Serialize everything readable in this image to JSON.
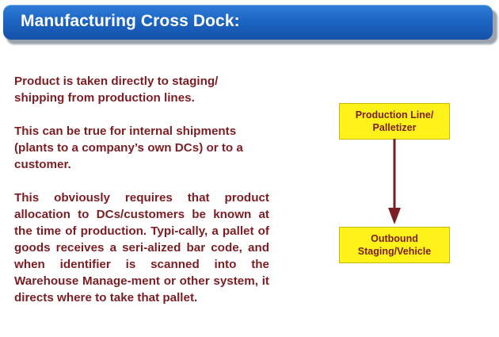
{
  "header": {
    "title": "Manufacturing Cross Dock:"
  },
  "body": {
    "paragraphs": [
      "Product is taken directly to staging/ shipping from production lines.",
      "This can be true for internal shipments (plants to a company’s own DCs) or to a customer.",
      "This obviously requires that product allocation to DCs/customers be known at the time of production. Typi-cally, a pallet of goods receives a seri-alized bar code, and when identifier is scanned into the Warehouse Manage-ment or other system, it directs where to take that pallet."
    ]
  },
  "diagram": {
    "top_box": {
      "line1": "Production Line/",
      "line2": "Palletizer"
    },
    "bottom_box": {
      "line1": "Outbound",
      "line2": "Staging/Vehicle"
    },
    "colors": {
      "box_fill": "#fff21a",
      "text": "#7a1e24",
      "arrow": "#7a1e24",
      "header": "#1d65c4"
    }
  }
}
